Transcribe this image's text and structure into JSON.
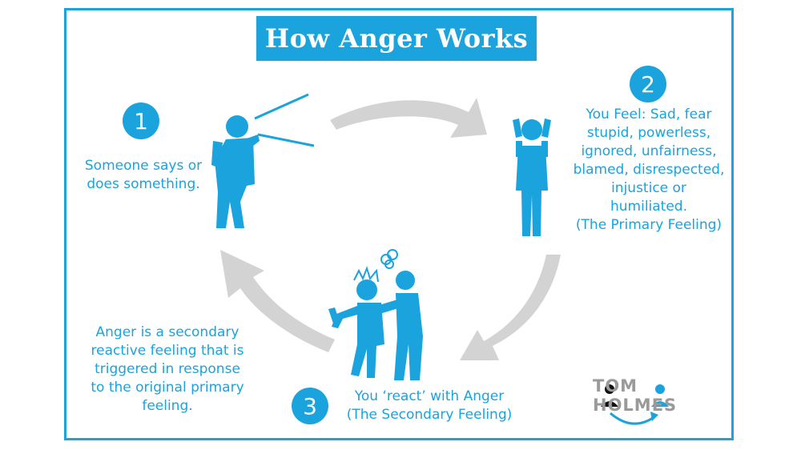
{
  "title": "How Anger Works",
  "steps": [
    {
      "number": "1",
      "lines": [
        "Someone says or",
        "does something."
      ]
    },
    {
      "number": "2",
      "lines": [
        "You Feel: Sad, fear",
        "stupid, powerless,",
        "ignored, unfairness,",
        "blamed, disrespected,",
        "injustice or",
        "humiliated.",
        "(The Primary Feeling)"
      ]
    },
    {
      "number": "3",
      "lines": [
        "You ‘react’ with Anger",
        "(The Secondary Feeling)"
      ]
    }
  ],
  "note": {
    "lines": [
      "Anger is a secondary",
      "reactive feeling that is",
      "triggered in response",
      "to the original primary",
      "feeling."
    ]
  },
  "brand": "TOM HOLMES",
  "colors": {
    "accent": "#1aa3dd",
    "arrow": "#d3d3d3",
    "frame": "#1aa3dd"
  }
}
